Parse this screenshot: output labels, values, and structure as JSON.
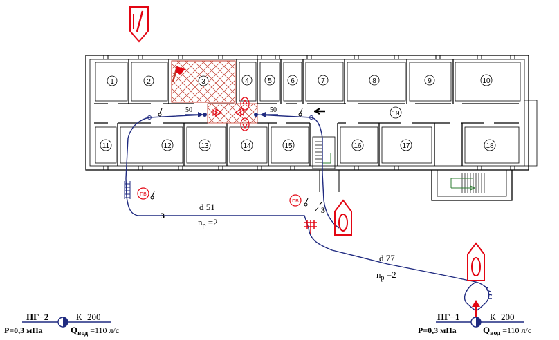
{
  "rooms": [
    {
      "n": "1"
    },
    {
      "n": "2"
    },
    {
      "n": "3"
    },
    {
      "n": "4"
    },
    {
      "n": "5"
    },
    {
      "n": "6"
    },
    {
      "n": "7"
    },
    {
      "n": "8"
    },
    {
      "n": "9"
    },
    {
      "n": "10"
    },
    {
      "n": "11"
    },
    {
      "n": "12"
    },
    {
      "n": "13"
    },
    {
      "n": "14"
    },
    {
      "n": "15"
    },
    {
      "n": "16"
    },
    {
      "n": "17"
    },
    {
      "n": "18"
    },
    {
      "n": "19"
    }
  ],
  "hose_len_left": "50",
  "hose_len_right": "50",
  "left_line": {
    "count": "3",
    "diameter": "d 51",
    "np_main": "n",
    "np_sub": "p",
    "np_val": " =2"
  },
  "right_line": {
    "count": "3",
    "diameter": "d 77",
    "np_main": "n",
    "np_sub": "p",
    "np_val": " =2"
  },
  "pv_label": "ПВ",
  "hydrant_left": {
    "id": "ПГ−2",
    "main": "К−200",
    "pressure": "Р=0,3 мПа",
    "q_main": "Q",
    "q_sub": "вод",
    "q_val": " =110 л/с"
  },
  "hydrant_right": {
    "id": "ПГ−1",
    "main": "К−200",
    "pressure": "Р=0,3 мПа",
    "q_main": "Q",
    "q_sub": "вод",
    "q_val": " =110 л/с"
  },
  "colors": {
    "fire": "#e30613",
    "hose": "#1f2a80",
    "walls": "#000000"
  }
}
